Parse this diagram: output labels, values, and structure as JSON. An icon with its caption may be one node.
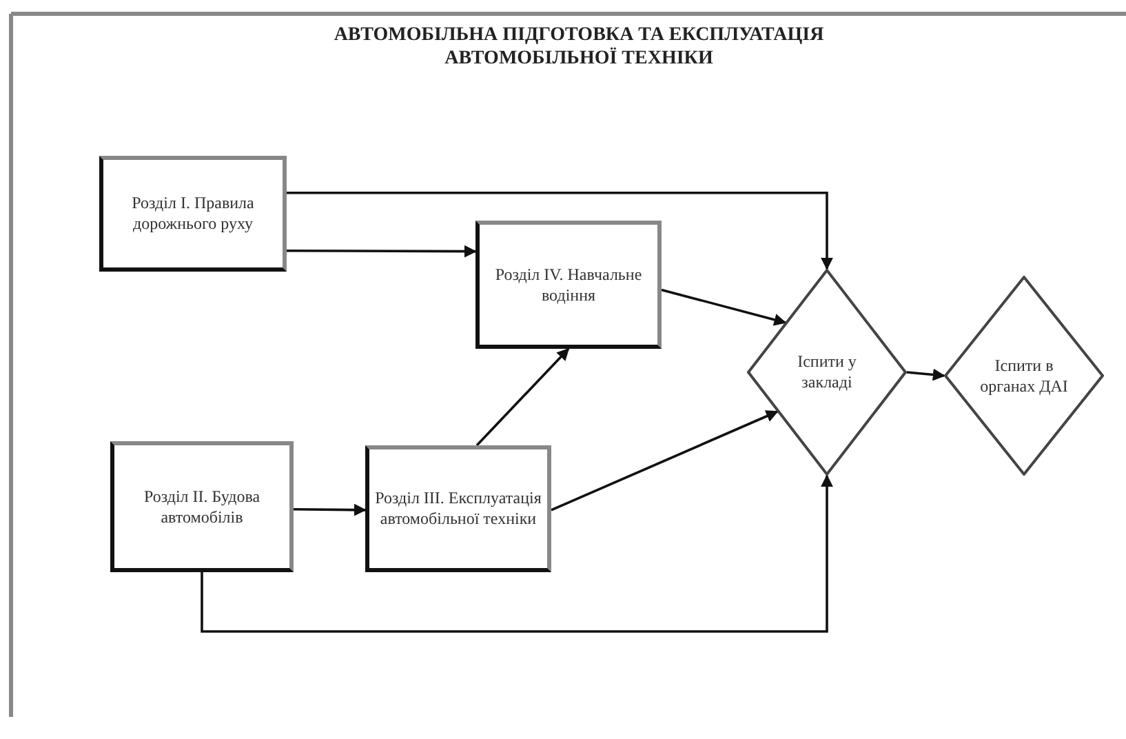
{
  "diagram": {
    "title": "АВТОМОБІЛЬНА ПІДГОТОВКА ТА ЕКСПЛУАТАЦІЯ АВТОМОБІЛЬНОЇ ТЕХНІКИ",
    "nodes": [
      {
        "text": [
          "Розділ I. Правила дорожнього руху"
        ]
      },
      {
        "text": [
          "Розділ IV. Навчальне водіння"
        ]
      },
      {
        "text": [
          "Розділ II. Будова автомобілів"
        ]
      },
      {
        "text": [
          "Розділ III. Експлуатація автомобільної техніки"
        ]
      },
      {
        "text": [
          "Іспити у закладі"
        ]
      },
      {
        "text": [
          "Іспити в органах ДАІ"
        ]
      }
    ],
    "edges": [
      {
        "from": 0,
        "to": 4,
        "arrow": "to"
      },
      {
        "from": 0,
        "to": 1,
        "arrow": "to"
      },
      {
        "from": 1,
        "to": 4,
        "arrow": "to"
      },
      {
        "from": 2,
        "to": 3,
        "arrow": "to"
      },
      {
        "from": 3,
        "to": 1,
        "arrow": "to"
      },
      {
        "from": 3,
        "to": 4,
        "arrow": "to"
      },
      {
        "from": 2,
        "to": 4,
        "arrow": "to"
      },
      {
        "from": 4,
        "to": 5,
        "arrow": "to"
      }
    ]
  }
}
